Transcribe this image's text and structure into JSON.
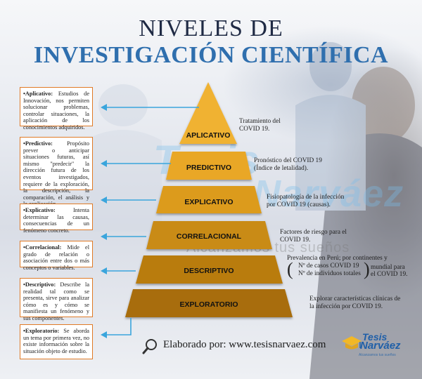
{
  "title": {
    "line1": "NIVELES DE",
    "line2": "INVESTIGACIÓN CIENTÍFICA"
  },
  "colors": {
    "title_dark": "#1f2a44",
    "title_blue": "#2f6fae",
    "box_border": "#e07a26",
    "arrow": "#3aa5dc",
    "levels": [
      "#f0b233",
      "#e9a726",
      "#dc9b1f",
      "#c98b15",
      "#b97c10",
      "#a86d0a"
    ]
  },
  "levels": [
    {
      "name": "APLICATIVO"
    },
    {
      "name": "PREDICTIVO"
    },
    {
      "name": "EXPLICATIVO"
    },
    {
      "name": "CORRELACIONAL"
    },
    {
      "name": "DESCRIPTIVO"
    },
    {
      "name": "EXPLORATORIO"
    }
  ],
  "left_boxes": [
    {
      "term": "•Aplicativo:",
      "text": " Estudios de Innovación, nos permiten solucionar problemas, controlar situaciones, la aplicación de los conocimientos adquiridos."
    },
    {
      "term": "•Predictivo:",
      "text": " Propósito prever o anticipar situaciones futuras, así mismo \"predecir\" la dirección futura de los eventos investigados, requiere de la exploración, la descripción, la comparación, el análisis y la explicación."
    },
    {
      "term": "•Explicativo:",
      "text": " Intenta determinar las causas, consecuencias de un fenómeno concreto."
    },
    {
      "term": "•Correlacional:",
      "text": " Mide el grado de relación o asociación entre dos o más conceptos o variables."
    },
    {
      "term": "•Descriptivo:",
      "text": " Describe la realidad tal como se presenta, sirve para analizar cómo es y cómo se manifiesta un fenómeno y sus componentes."
    },
    {
      "term": "•Exploratorio:",
      "text": " Se aborda un tema por primera vez, no existe información sobre la situación objeto de estudio."
    }
  ],
  "right_labels": {
    "aplicativo": "Tratamiento del COVID 19.",
    "predictivo": "Pronóstico del COVID 19 (Índice de letalidad).",
    "explicativo": "Fisiopatología de la infección por COVID 19 (causas).",
    "correlacional": "Factores de riesgo para el COVID 19.",
    "descriptivo_line1": "Prevalencia en Perú; por continentes y",
    "descriptivo_item1": "Nº de casos COVID 19",
    "descriptivo_item2": "Nº de individuos totales",
    "descriptivo_suffix1": "mundial para",
    "descriptivo_suffix2": "el COVID 19.",
    "exploratorio": "Explorar características clínicas de la infección por COVID 19."
  },
  "footer": {
    "text": "Elaborado por: www.tesisnarvaez.com",
    "icon": "magnifier-icon"
  },
  "logo": {
    "line1": "Tesis",
    "line2": "Narváez",
    "slogan": "Alcanzamos tus sueños"
  },
  "watermark": {
    "line1": "Tesis",
    "line2": "Narváez",
    "slogan": "Alcanzamos tus sueños"
  }
}
